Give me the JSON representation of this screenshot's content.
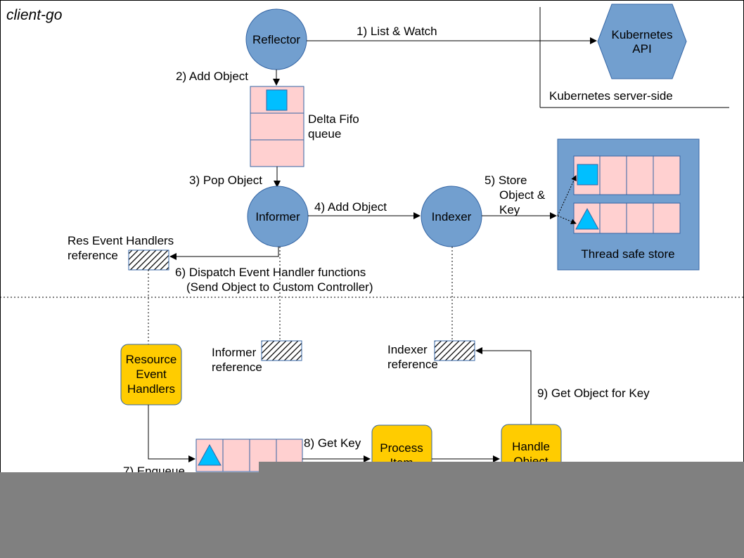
{
  "colors": {
    "circle_fill": "#729fcf",
    "circle_stroke": "#3465a4",
    "queue_fill": "#ffd0d0",
    "queue_stroke": "#3465a4",
    "item_cyan": "#00bfff",
    "handler_fill": "#ffcc00",
    "store_panel": "#729fcf",
    "occlusion": "#808080"
  },
  "labels": {
    "title": "client-go",
    "reflector": "Reflector",
    "kube_api_line1": "Kubernetes",
    "kube_api_line2": "API",
    "server_side": "Kubernetes server-side",
    "step1": "1) List & Watch",
    "step2": "2) Add Object",
    "delta_line1": "Delta Fifo",
    "delta_line2": "queue",
    "step3": "3) Pop Object",
    "informer": "Informer",
    "step4": "4) Add Object",
    "indexer": "Indexer",
    "step5_line1": "5) Store",
    "step5_line2": "Object &",
    "step5_line3": "Key",
    "thread_safe_store": "Thread safe store",
    "res_ref_line1": "Res Event Handlers",
    "res_ref_line2": "reference",
    "step6_line1": "6) Dispatch Event Handler functions",
    "step6_line2": "(Send Object to Custom Controller)",
    "reh_line1": "Resource",
    "reh_line2": "Event",
    "reh_line3": "Handlers",
    "informer_ref_line1": "Informer",
    "informer_ref_line2": "reference",
    "indexer_ref_line1": "Indexer",
    "indexer_ref_line2": "reference",
    "step9": "9) Get Object for Key",
    "step8": "8) Get Key",
    "process_line1": "Process",
    "process_line2": "Item",
    "handle_line1": "Handle",
    "handle_line2": "Object",
    "step7": "7) Enqueue"
  }
}
